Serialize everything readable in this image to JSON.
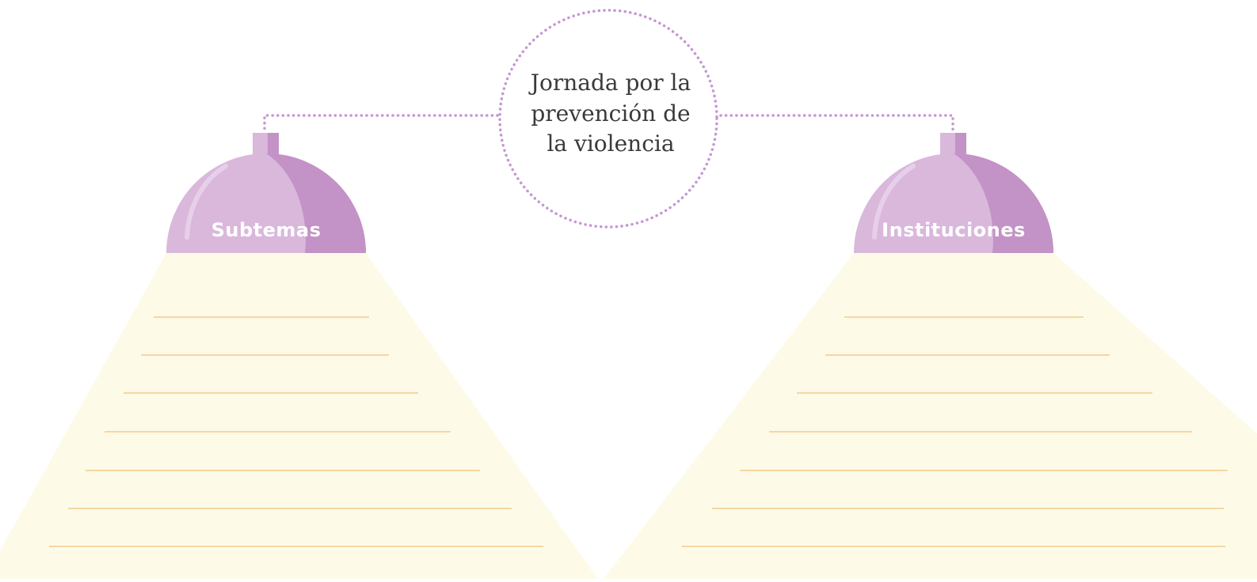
{
  "central_node": {
    "lines": [
      "Jornada por la",
      "prevención de",
      "la violencia"
    ]
  },
  "lamps": {
    "left": {
      "label": "Subtemas",
      "blank_lines": 7
    },
    "right": {
      "label": "Instituciones",
      "blank_lines": 7
    }
  },
  "colors": {
    "dotted_connector": "#c596d2",
    "lamp_light": "#d9b8dc",
    "lamp_dark": "#c392c6",
    "light_beam": "#fdfbe8",
    "writing_line": "#f5c98a",
    "title_text": "#3a3a3a",
    "label_text": "#ffffff"
  }
}
